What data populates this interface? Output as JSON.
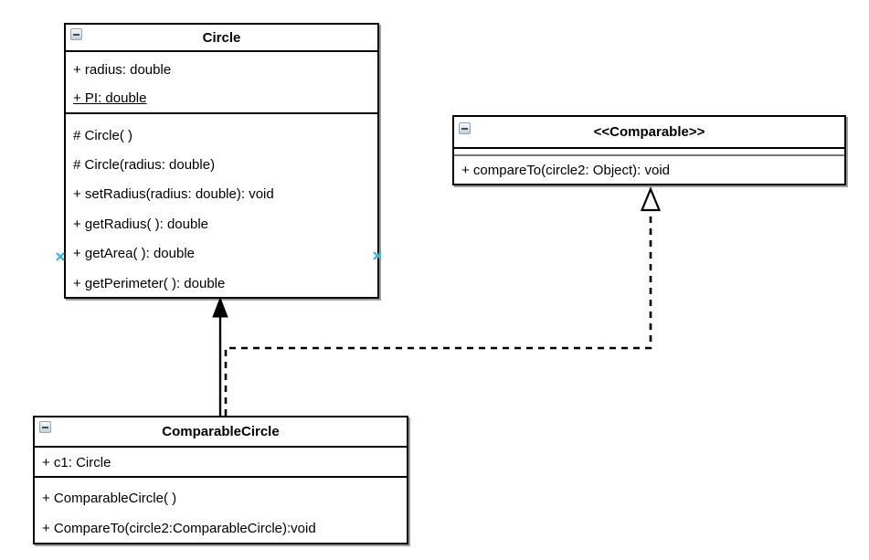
{
  "diagram": {
    "type": "uml-class-diagram",
    "classes": [
      {
        "title": "Circle",
        "attributes": [
          {
            "text": "+ radius: double",
            "static": false
          },
          {
            "text": "+ PI: double",
            "static": true
          }
        ],
        "methods": [
          "# Circle( )",
          "# Circle(radius: double)",
          "+ setRadius(radius: double): void",
          "+ getRadius( ): double",
          "+ getArea( ): double",
          "+ getPerimeter( ): double"
        ]
      },
      {
        "title": "<<Comparable>>",
        "attributes": [],
        "methods": [
          "+ compareTo(circle2: Object): void"
        ]
      },
      {
        "title": "ComparableCircle",
        "attributes": [
          {
            "text": "+ c1: Circle",
            "static": false
          }
        ],
        "methods": [
          "+ ComparableCircle( )",
          "+ CompareTo(circle2:ComparableCircle):void"
        ]
      }
    ],
    "relationships": [
      {
        "type": "generalization",
        "from": "ComparableCircle",
        "to": "Circle",
        "line_style": "solid",
        "arrowhead": "filled-triangle"
      },
      {
        "type": "realization",
        "from": "ComparableCircle",
        "to": "<<Comparable>>",
        "line_style": "dashed",
        "arrowhead": "hollow-triangle"
      }
    ],
    "colors": {
      "box_border": "#000000",
      "box_fill": "#ffffff",
      "shadow": "#9e9e9e",
      "connection_handle": "#33b5e5",
      "text": "#000000"
    }
  }
}
